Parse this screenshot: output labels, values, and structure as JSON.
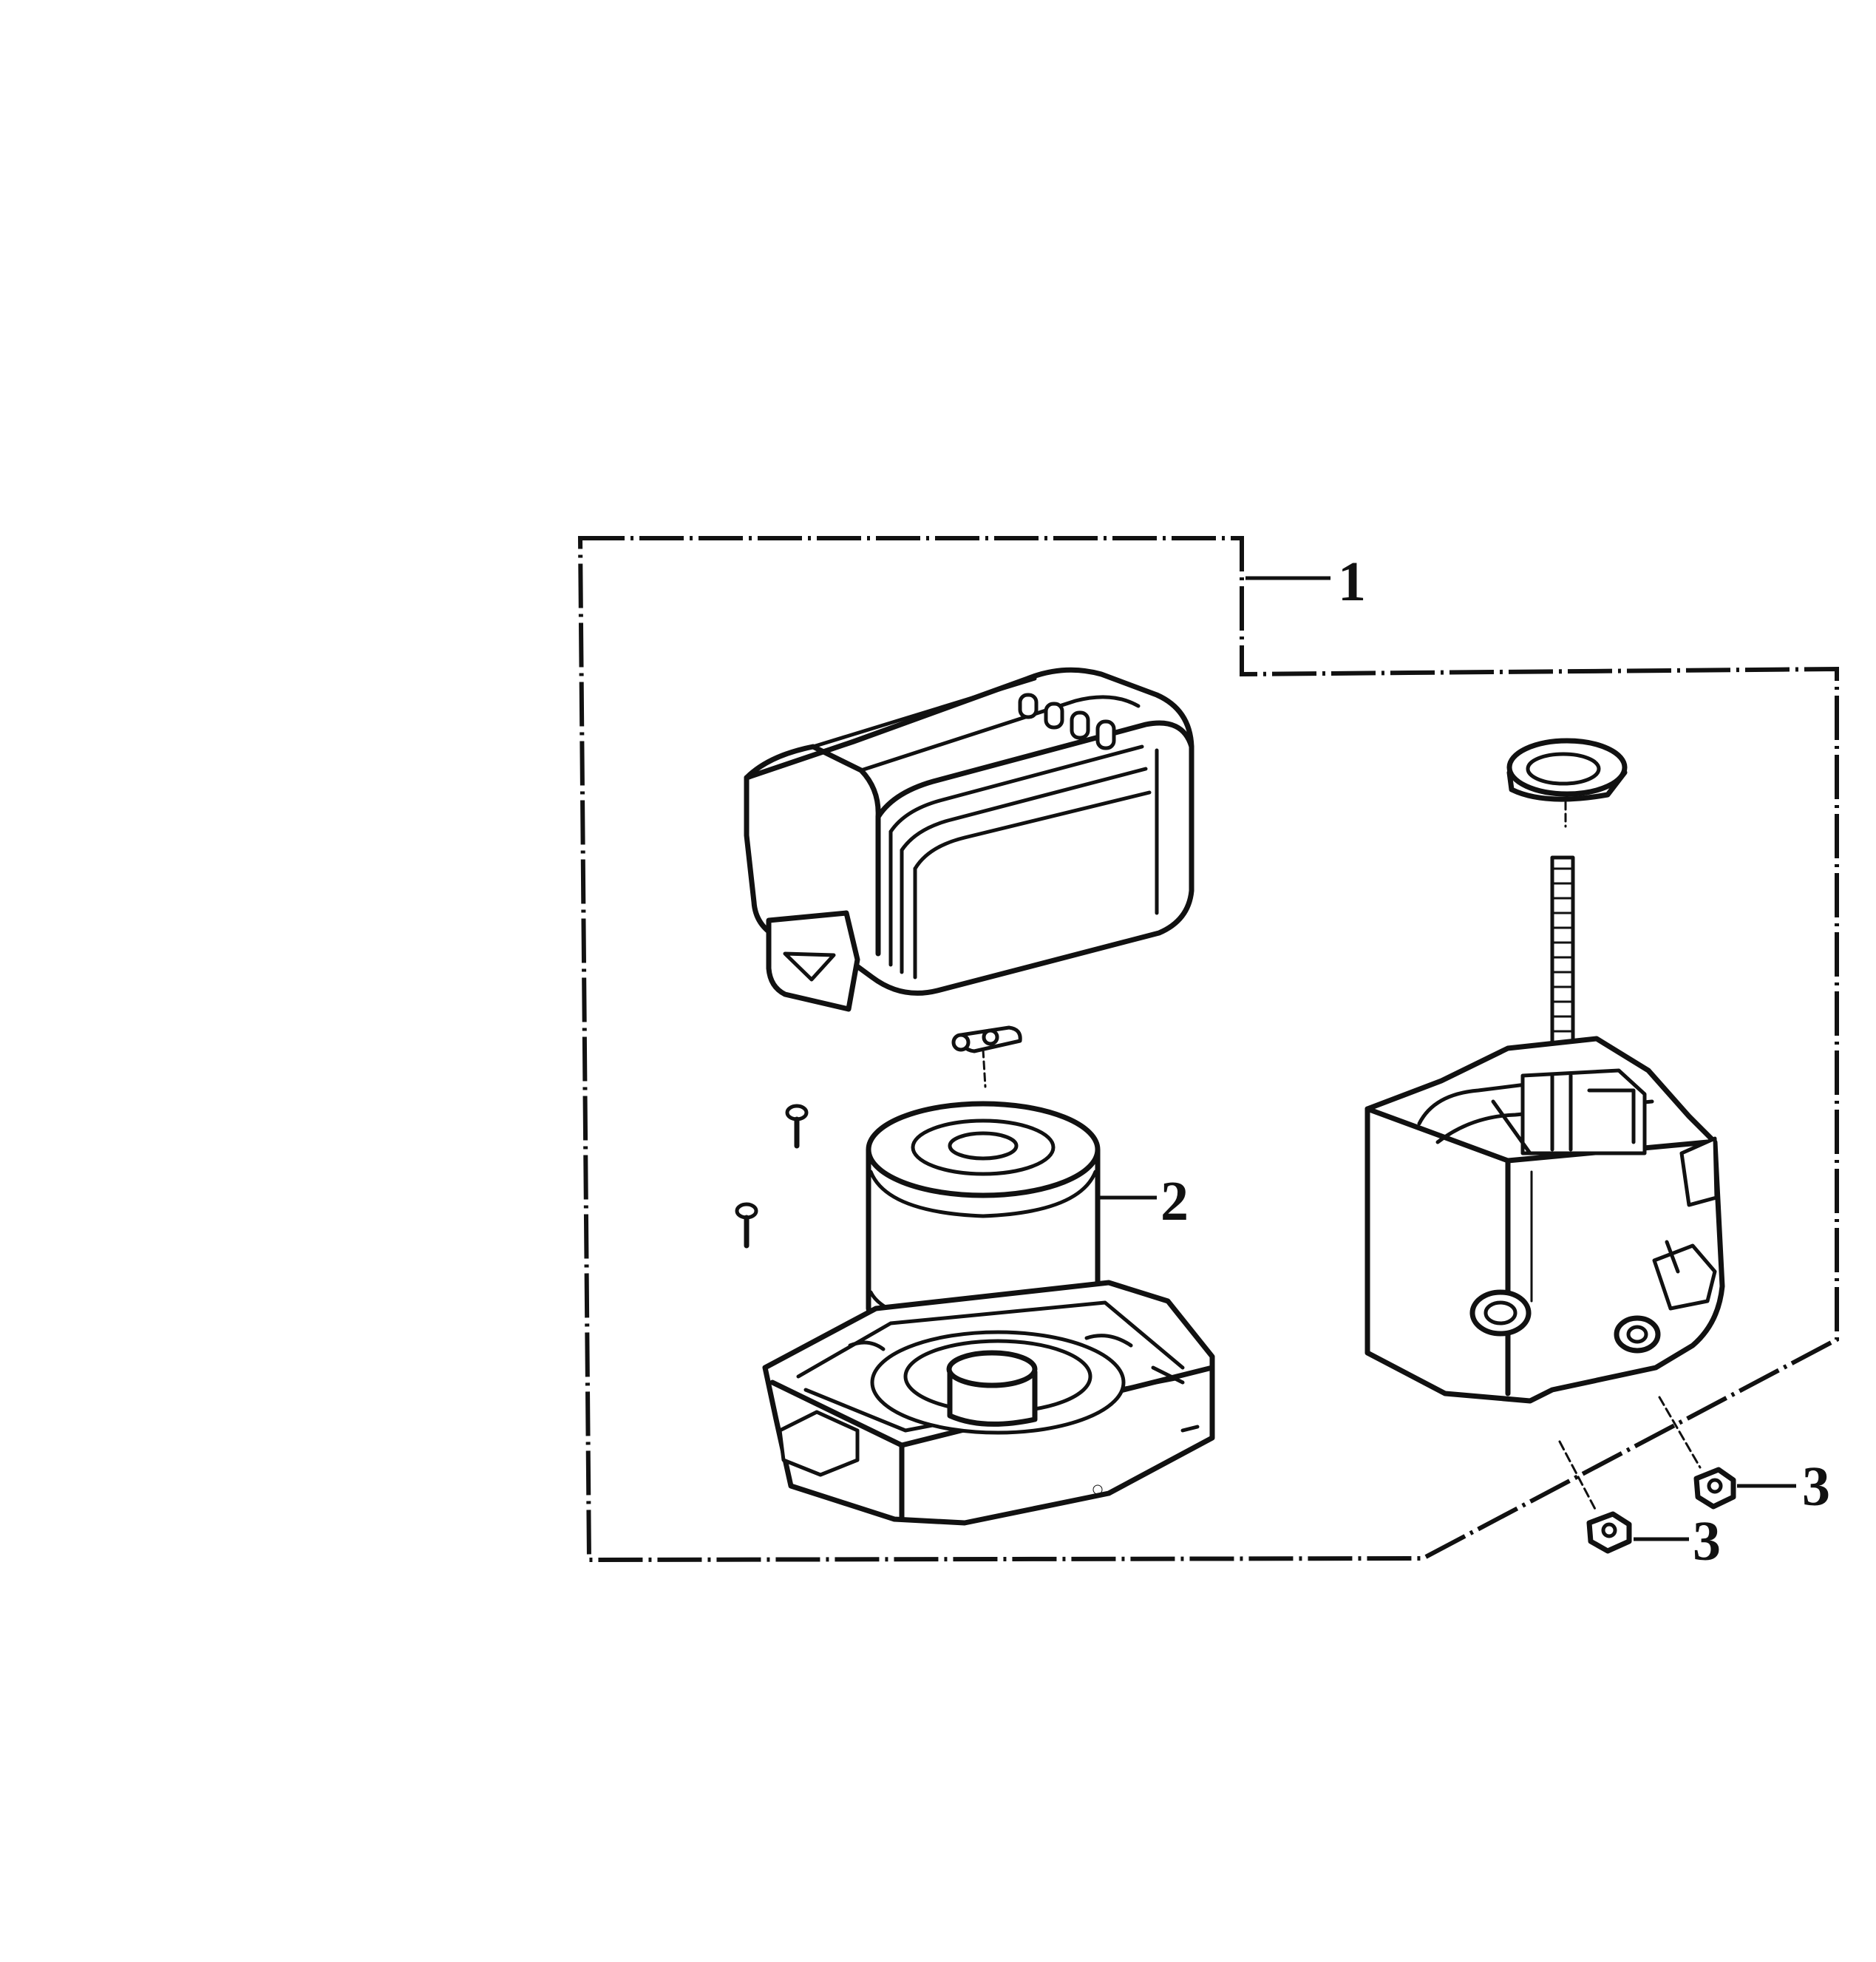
{
  "callouts": [
    {
      "label": "1",
      "part": "air-cleaner-assembly"
    },
    {
      "label": "2",
      "part": "air-filter-element"
    },
    {
      "label": "3",
      "part": "flange-nut"
    },
    {
      "label": "3",
      "part": "flange-nut"
    }
  ],
  "colors": {
    "ink": "#111111",
    "background": "#ffffff"
  }
}
